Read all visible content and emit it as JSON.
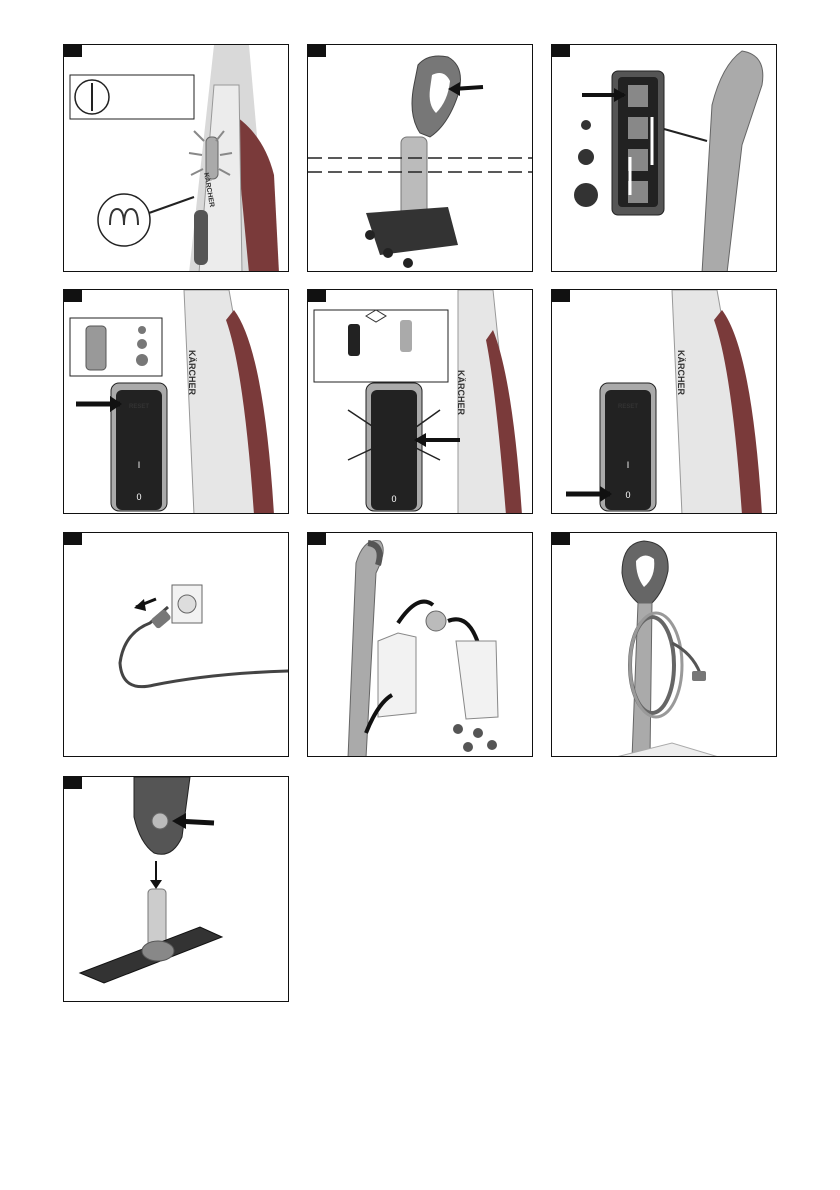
{
  "brand": "KÄRCHER",
  "control_panel": {
    "reset_label": "RESET",
    "on_label": "I",
    "off_label": "0"
  },
  "panels": [
    {
      "name": "steam-ready"
    },
    {
      "name": "mop-use"
    },
    {
      "name": "steam-level"
    },
    {
      "name": "filter-reset"
    },
    {
      "name": "filter-replace"
    },
    {
      "name": "power-off"
    },
    {
      "name": "unplug"
    },
    {
      "name": "empty-tank"
    },
    {
      "name": "cable-storage"
    },
    {
      "name": "attach-floor-head"
    }
  ],
  "colors": {
    "frame": "#111111",
    "body_grey": "#bdbdbd",
    "dark_grey": "#555555",
    "accent_red": "#7a3a3a"
  }
}
